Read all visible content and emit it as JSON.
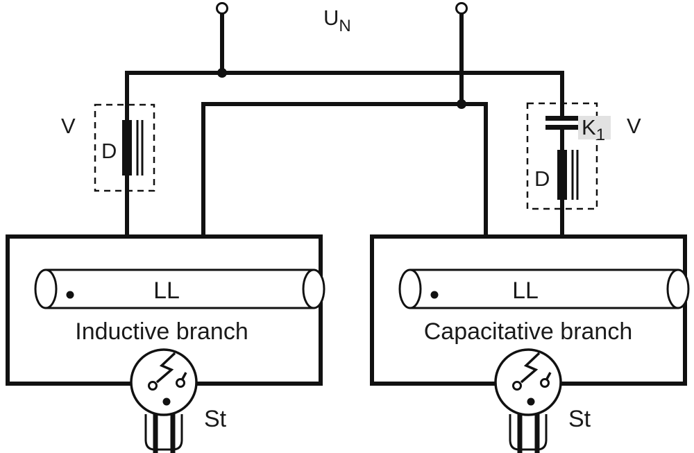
{
  "diagram": {
    "description": "Duo circuit of two fluorescent lamps: inductive branch and capacitative branch",
    "colors": {
      "line": "#111111",
      "background": "#ffffff",
      "label_highlight": "#e2e2e2"
    },
    "supply": {
      "letter": "U",
      "subscript": "N"
    },
    "left_branch": {
      "box_label": "V",
      "ballast_label": "D",
      "lamp_label": "LL",
      "branch_label": "Inductive branch",
      "starter_label": "St"
    },
    "right_branch": {
      "box_label": "V",
      "capacitor_letter": "K",
      "capacitor_subscript": "1",
      "ballast_label": "D",
      "lamp_label": "LL",
      "branch_label": "Capacitative branch",
      "starter_label": "St"
    }
  }
}
